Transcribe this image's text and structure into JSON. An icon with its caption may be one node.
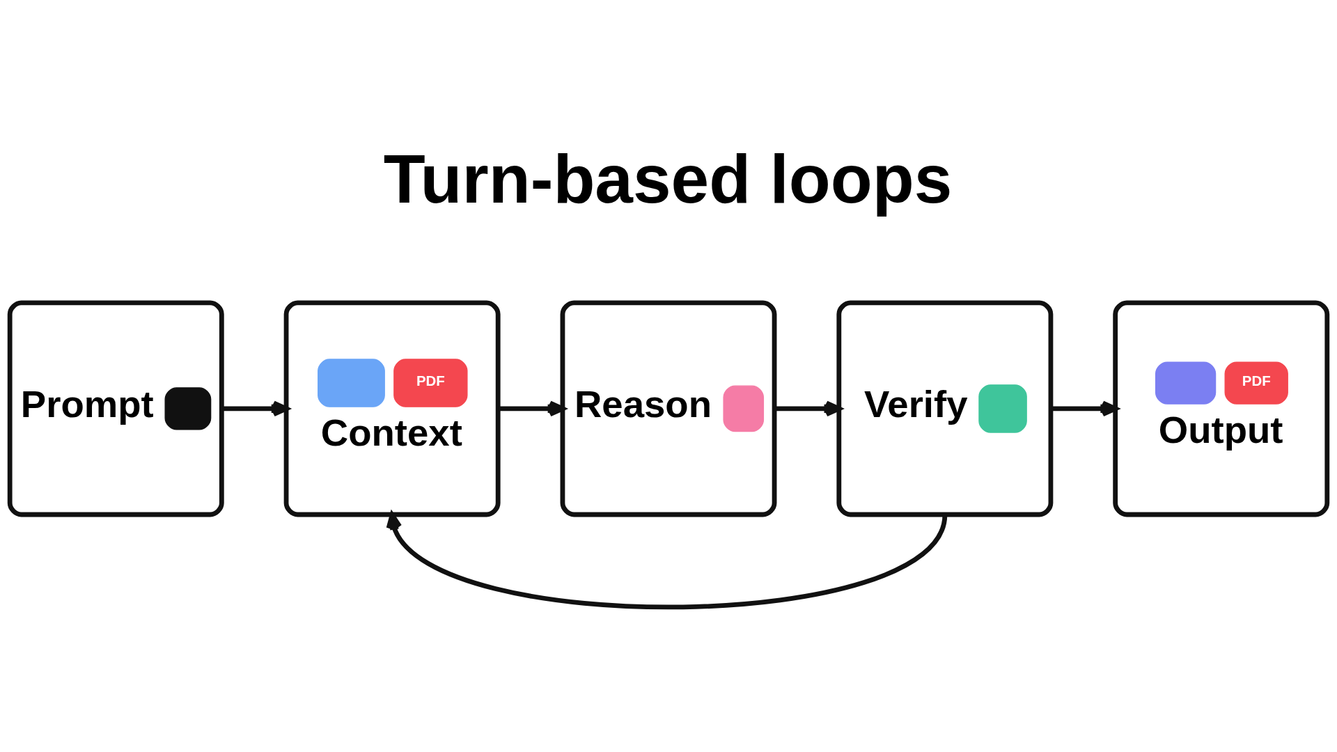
{
  "diagram": {
    "title": "Turn-based loops",
    "nodes": [
      {
        "text": [
          "Prompt"
        ]
      },
      {
        "text": [
          "PDF",
          "Context"
        ]
      },
      {
        "text": [
          "Reason"
        ]
      },
      {
        "text": [
          "Verify"
        ]
      },
      {
        "text": [
          "PDF",
          "Output"
        ]
      }
    ],
    "edges": [
      {
        "from": 0,
        "to": 1,
        "arrow": "to"
      },
      {
        "from": 1,
        "to": 2,
        "arrow": "to"
      },
      {
        "from": 2,
        "to": 3,
        "arrow": "to"
      },
      {
        "from": 3,
        "to": 4,
        "arrow": "to"
      },
      {
        "from": 3,
        "to": 1,
        "arrow": "to"
      }
    ]
  }
}
